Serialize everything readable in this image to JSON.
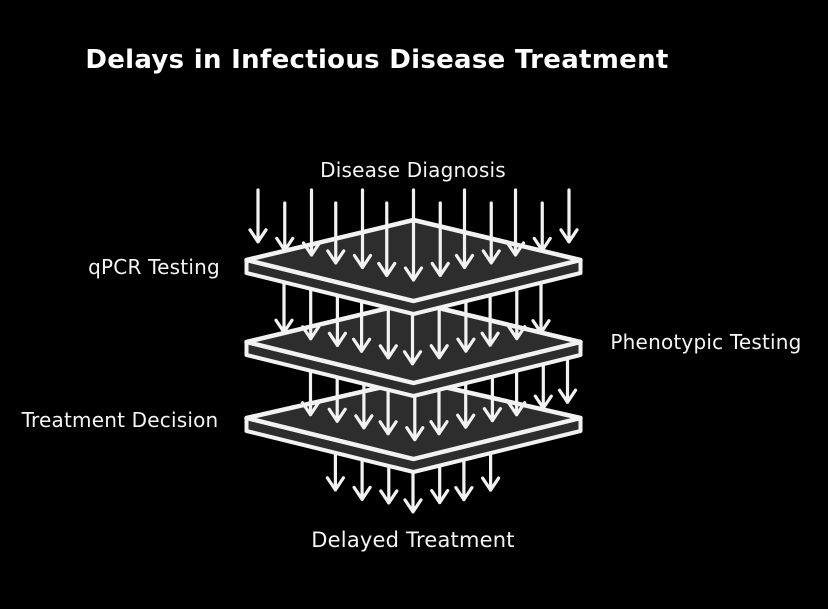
{
  "title": "Delays in Infectious Disease Treatment",
  "labels": {
    "top": "Disease Diagnosis",
    "layer1": "qPCR Testing",
    "layer2": "Phenotypic Testing",
    "layer3": "Treatment Decision",
    "bottom": "Delayed Treatment"
  },
  "structure": {
    "layer_count": 3,
    "arrows": {
      "above_layer1": 13,
      "between_layer1_and_2": 11,
      "between_layer2_and_3": 11,
      "below_layer3": 7
    }
  },
  "colors": {
    "background": "#000000",
    "plate_fill": "#2d2d2d",
    "line": "#f2f2f2",
    "text": "#f5f5f5",
    "title_text": "#ffffff"
  }
}
